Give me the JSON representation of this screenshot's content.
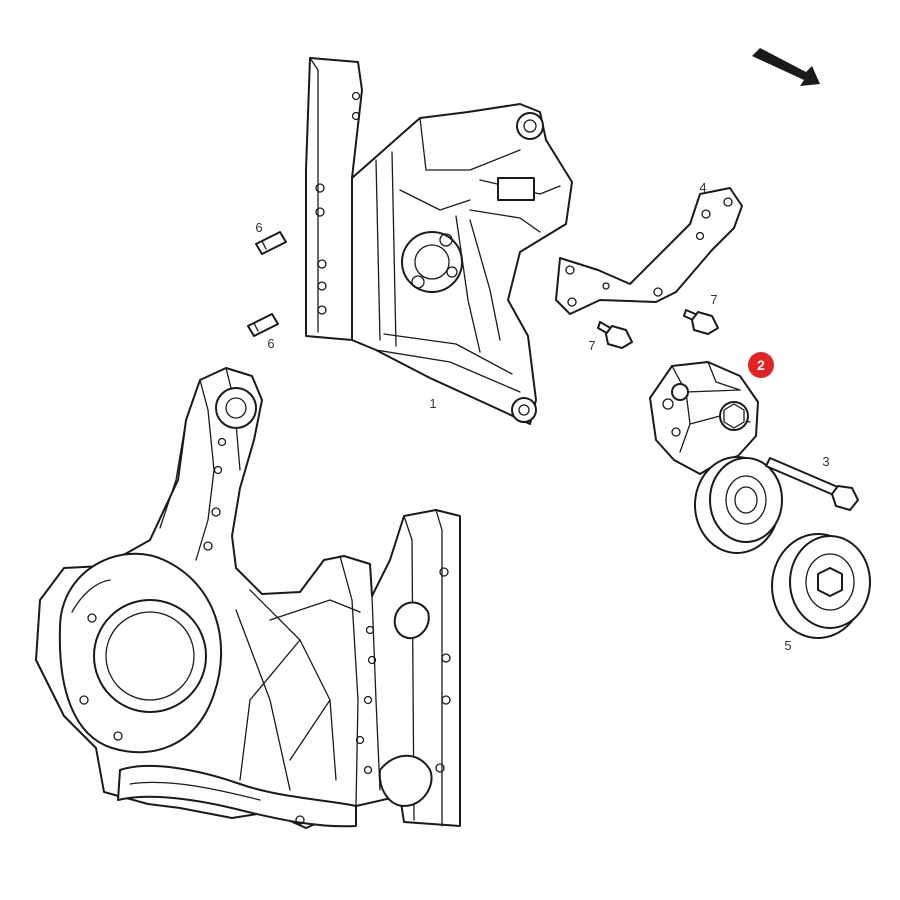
{
  "callouts": {
    "c1": "1",
    "c2": "2",
    "c3": "3",
    "c4": "4",
    "c5": "5",
    "c6a": "6",
    "c6b": "6",
    "c7a": "7",
    "c7b": "7"
  },
  "colors": {
    "line": "#1a1a1a",
    "highlight_badge": "#e02424",
    "label": "#333333"
  },
  "icons": {
    "direction": "direction-arrow-icon"
  }
}
